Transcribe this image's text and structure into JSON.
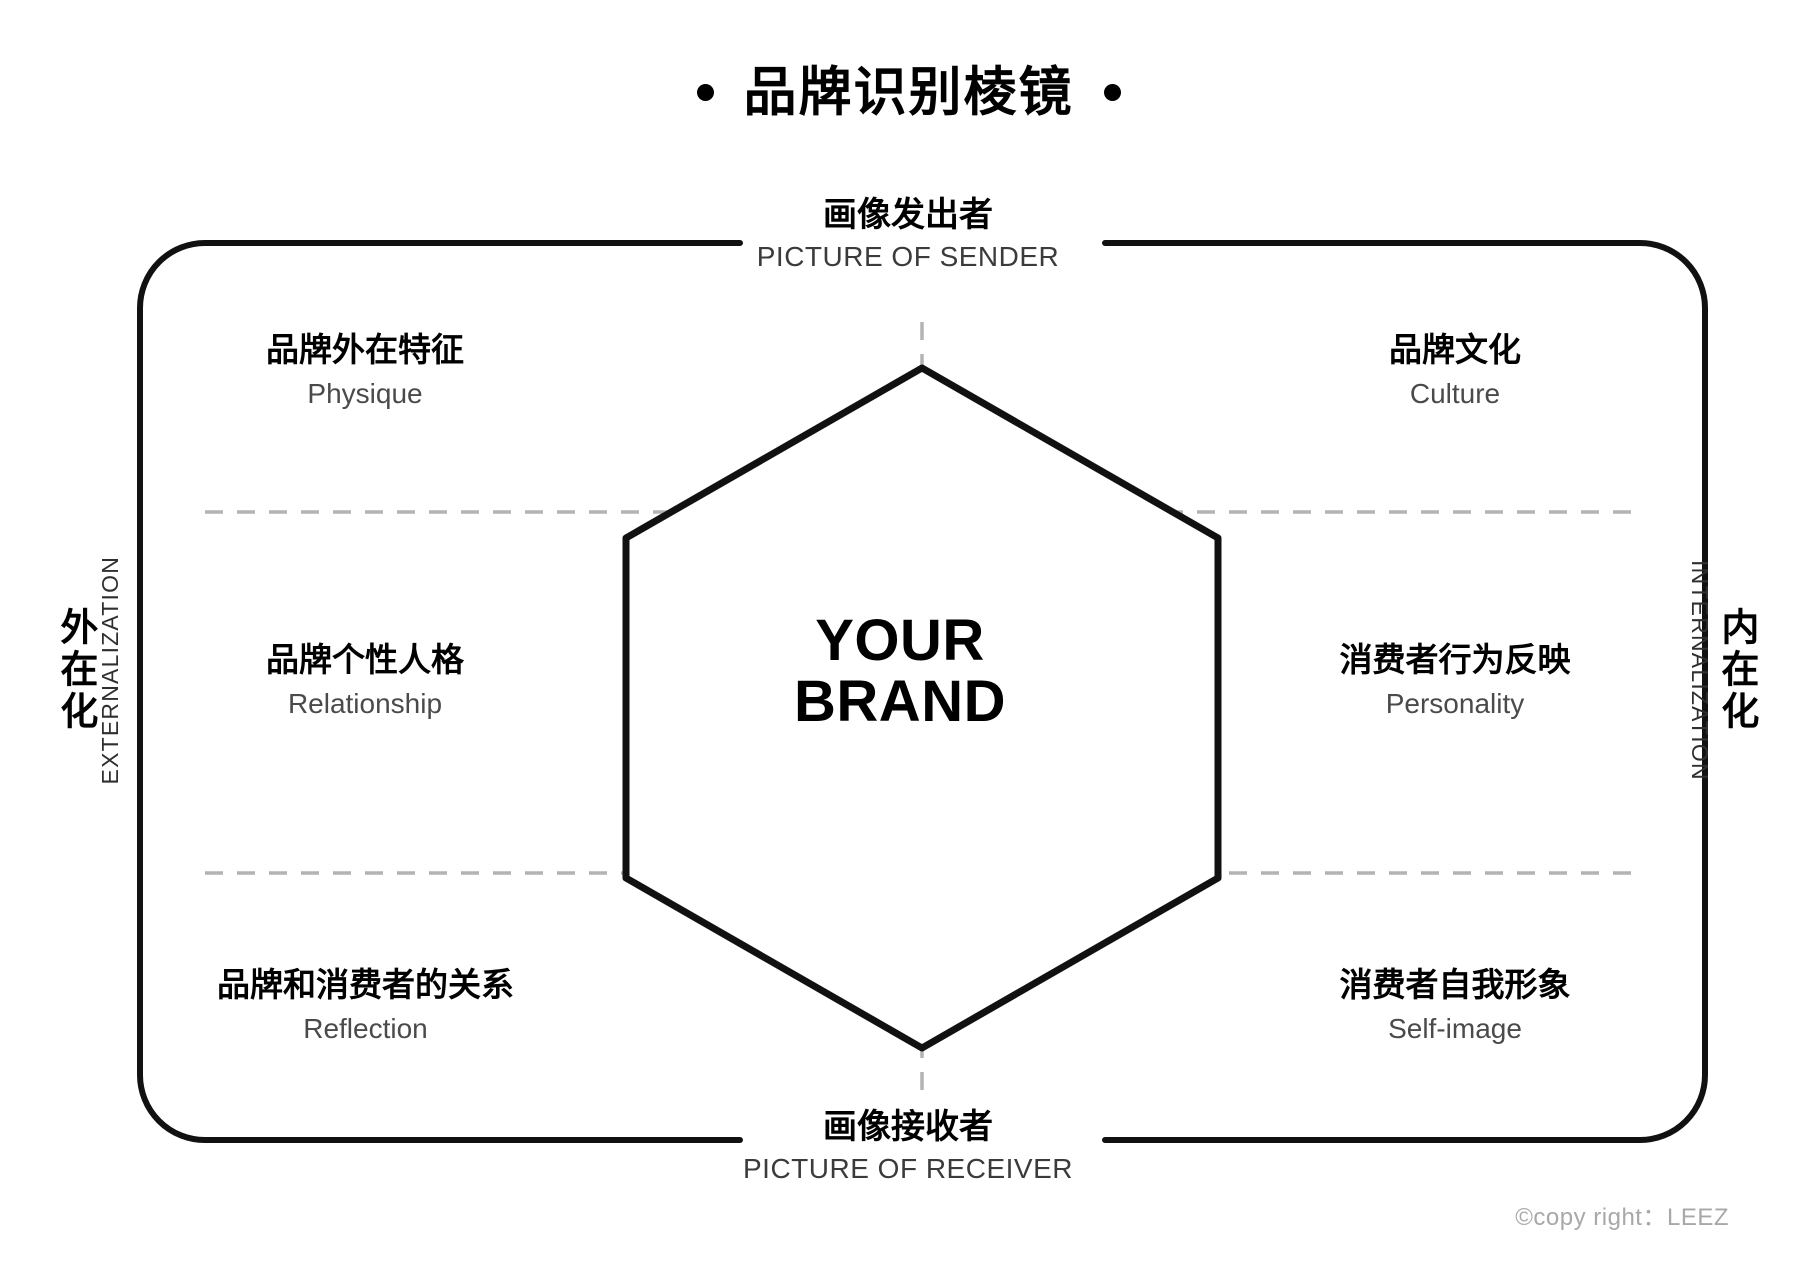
{
  "title": {
    "text": "品牌识别棱镜",
    "bullet_left": "bullet-dot",
    "bullet_right": "bullet-dot"
  },
  "axes": {
    "top": {
      "cn": "画像发出者",
      "en": "PICTURE OF SENDER"
    },
    "bottom": {
      "cn": "画像接收者",
      "en": "PICTURE OF RECEIVER"
    },
    "left": {
      "cn": "外在化",
      "en": "EXTERNALIZATION"
    },
    "right": {
      "cn": "内在化",
      "en": "INTERNALIZATION"
    }
  },
  "center": {
    "line1": "YOUR",
    "line2": "BRAND"
  },
  "facets": [
    {
      "cn": "品牌外在特征",
      "en": "Physique"
    },
    {
      "cn": "品牌文化",
      "en": "Culture"
    },
    {
      "cn": "品牌个性人格",
      "en": "Relationship"
    },
    {
      "cn": "消费者行为反映",
      "en": "Personality"
    },
    {
      "cn": "品牌和消费者的关系",
      "en": "Reflection"
    },
    {
      "cn": "消费者自我形象",
      "en": "Self-image"
    }
  ],
  "footer": {
    "copyright": "©copy right：LEEZ"
  },
  "colors": {
    "ink": "#000000",
    "secondary_text": "#4a4a4a",
    "dashed_grid": "#b3b3b3",
    "copyright": "#a8a8a8",
    "background": "#ffffff"
  }
}
